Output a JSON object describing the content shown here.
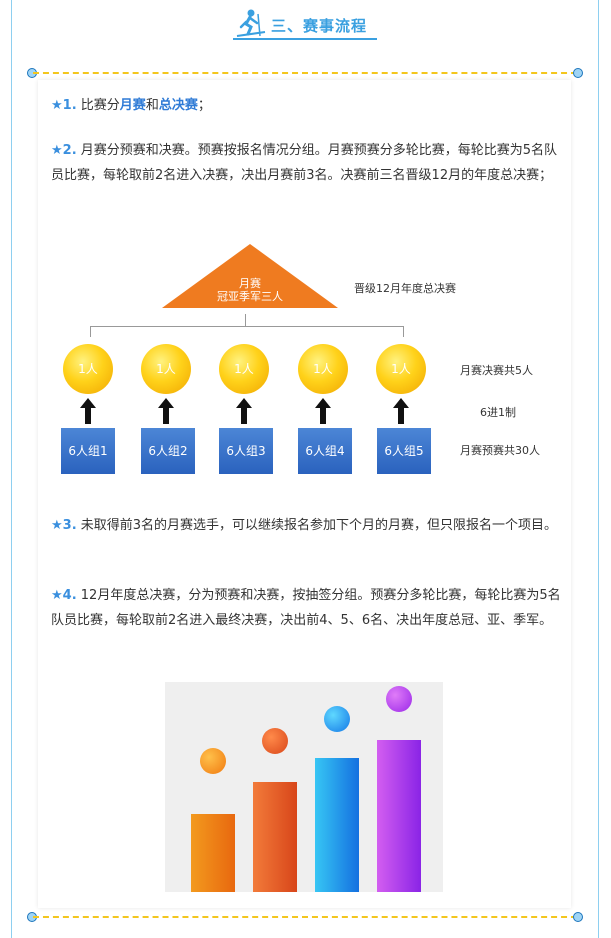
{
  "section": {
    "title": "三、赛事流程",
    "icon": "skier-icon"
  },
  "items": [
    {
      "num": "★1.",
      "pre": "比赛分",
      "hl1": "月赛",
      "mid": "和",
      "hl2": "总决赛",
      "post": "；"
    },
    {
      "num": "★2.",
      "text": "月赛分预赛和决赛。预赛按报名情况分组。月赛预赛分多轮比赛，每轮比赛为5名队员比赛，每轮取前2名进入决赛，决出月赛前3名。决赛前三名晋级12月的年度总决赛；"
    },
    {
      "num": "★3.",
      "text": "未取得前3名的月赛选手，可以继续报名参加下个月的月赛，但只限报名一个项目。"
    },
    {
      "num": "★4.",
      "text": "12月年度总决赛，分为预赛和决赛，按抽签分组。预赛分多轮比赛，每轮比赛为5名队员比赛，每轮取前2名进入最终决赛，决出前4、5、6名、决出年度总冠、亚、季军。"
    }
  ],
  "diagram": {
    "top_line1": "月赛",
    "top_line2": "冠亚季军三人",
    "top_label": "晋级12月年度总决赛",
    "coins": [
      "1人",
      "1人",
      "1人",
      "1人",
      "1人"
    ],
    "coin_label": "月赛决赛共5人",
    "arrow_label": "6进1制",
    "groups": [
      "6人组1",
      "6人组2",
      "6人组3",
      "6人组4",
      "6人组5"
    ],
    "group_label": "月赛预赛共30人"
  },
  "colors": {
    "accent": "#3aa0e0",
    "dash": "#f3c61e",
    "triangle": "#ef7b20",
    "coin": "#ffd21a",
    "group_box": "#3a72c8"
  }
}
